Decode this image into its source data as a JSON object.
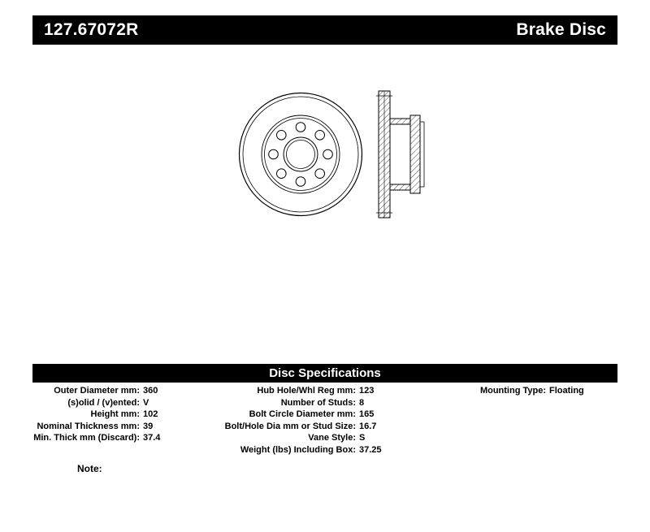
{
  "header": {
    "part_number": "127.67072R",
    "product_type": "Brake Disc"
  },
  "spec_section": {
    "title": "Disc Specifications"
  },
  "specs": {
    "left": [
      {
        "label": "Outer Diameter mm:",
        "value": "360"
      },
      {
        "label": "(s)olid / (v)ented:",
        "value": "V"
      },
      {
        "label": "Height mm:",
        "value": "102"
      },
      {
        "label": "Nominal Thickness mm:",
        "value": "39"
      },
      {
        "label": "Min. Thick mm (Discard):",
        "value": "37.4"
      }
    ],
    "middle": [
      {
        "label": "Hub Hole/Whl Reg mm:",
        "value": "123"
      },
      {
        "label": "Number of Studs:",
        "value": "8"
      },
      {
        "label": "Bolt Circle Diameter mm:",
        "value": "165"
      },
      {
        "label": "Bolt/Hole Dia mm or Stud Size:",
        "value": "16.7"
      },
      {
        "label": "Vane Style:",
        "value": "S"
      },
      {
        "label": "Weight (lbs) Including Box:",
        "value": "37.25"
      }
    ],
    "right": [
      {
        "label": "Mounting Type:",
        "value": "Floating"
      }
    ]
  },
  "note": {
    "label": "Note:"
  },
  "colors": {
    "bar_background": "#000000",
    "bar_text": "#ffffff",
    "line_color": "#000000"
  }
}
